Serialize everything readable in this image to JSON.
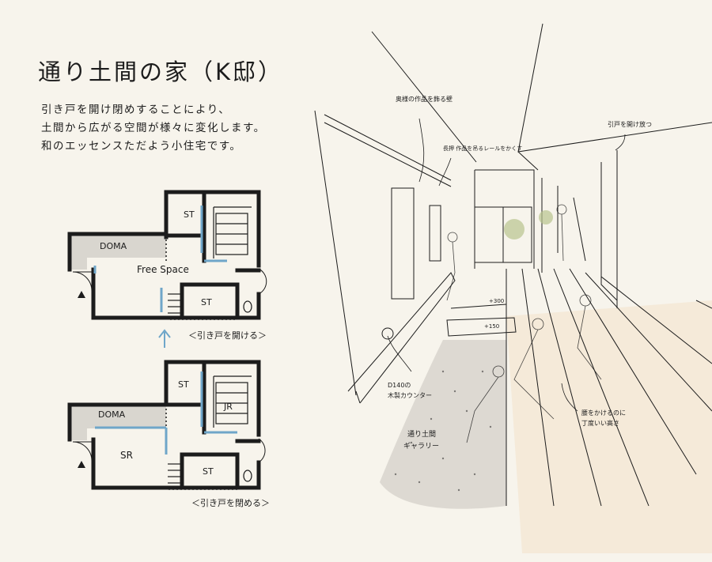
{
  "title": "通り土間の家（K邸）",
  "description": [
    "引き戸を開け閉めすることにより、",
    "土間から広がる空間が様々に変化します。",
    "和のエッセンスただよう小住宅です。"
  ],
  "plan_open": {
    "room_st_top": "ST",
    "room_doma": "DOMA",
    "room_free": "Free Space",
    "room_st_bottom": "ST",
    "caption": "＜引き戸を開ける＞"
  },
  "plan_closed": {
    "room_st_top": "ST",
    "room_jr": "JR",
    "room_doma": "DOMA",
    "room_sr": "SR",
    "room_st_bottom": "ST",
    "caption": "＜引き戸を閉める＞"
  },
  "perspective": {
    "note_gallery_wall": "奥様の作品を飾る壁",
    "note_rail": "長押 作品を吊るレールをかくす",
    "note_sliding_door": "引戸を開け放つ",
    "dim_300": "+300",
    "dim_150": "+150",
    "note_counter_1": "D140の",
    "note_counter_2": "木製カウンター",
    "note_doma_1": "通り土間",
    "note_doma_2": "ギャラリー",
    "note_sit_1": "腰をかけるのに",
    "note_sit_2": "丁度いい高さ"
  },
  "colors": {
    "ink": "#1c1c1c",
    "paper": "#f7f4ec",
    "doma_tone": "#d9d6cf",
    "sliding_door_blue": "#6fa6c9",
    "warm_floor": "#f3e6d2",
    "arrow_blue": "#6fa6c9"
  }
}
